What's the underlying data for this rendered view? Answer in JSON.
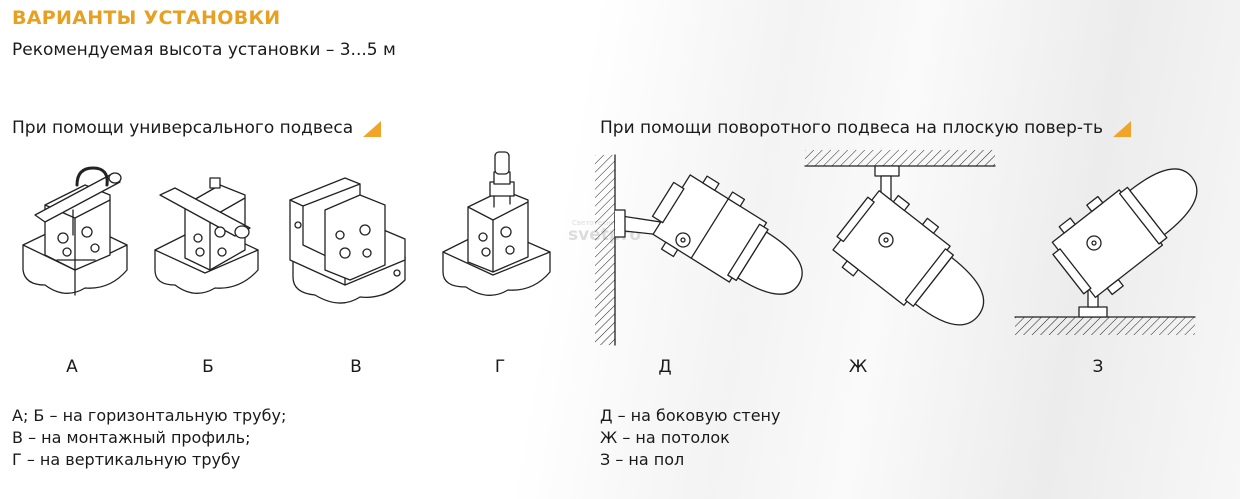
{
  "header": {
    "title": "ВАРИАНТЫ УСТАНОВКИ",
    "subtitle": "Рекомендуемая высота установки – 3...5 м"
  },
  "sections": {
    "left": {
      "title": "При помощи универсального подвеса"
    },
    "right": {
      "title": "При помощи поворотного подвеса на плоскую повер-ть"
    }
  },
  "figures": {
    "a": "А",
    "b": "Б",
    "v": "В",
    "g": "Г",
    "d": "Д",
    "zh": "Ж",
    "z": "З"
  },
  "legend": {
    "left": [
      "А; Б – на горизонтальную трубу;",
      "В – на монтажный профиль;",
      "Г – на вертикальную трубу"
    ],
    "right": [
      "Д – на боковую стену",
      "Ж – на потолок",
      "З – на пол"
    ]
  },
  "watermark": {
    "main": "svetpro",
    "small": "Светотехника"
  },
  "colors": {
    "accent": "#e8a020",
    "triangle": "#f0a52a",
    "text": "#1a1a1a",
    "line": "#222222"
  },
  "icons": {
    "arrow": "orange-triangle-icon"
  }
}
